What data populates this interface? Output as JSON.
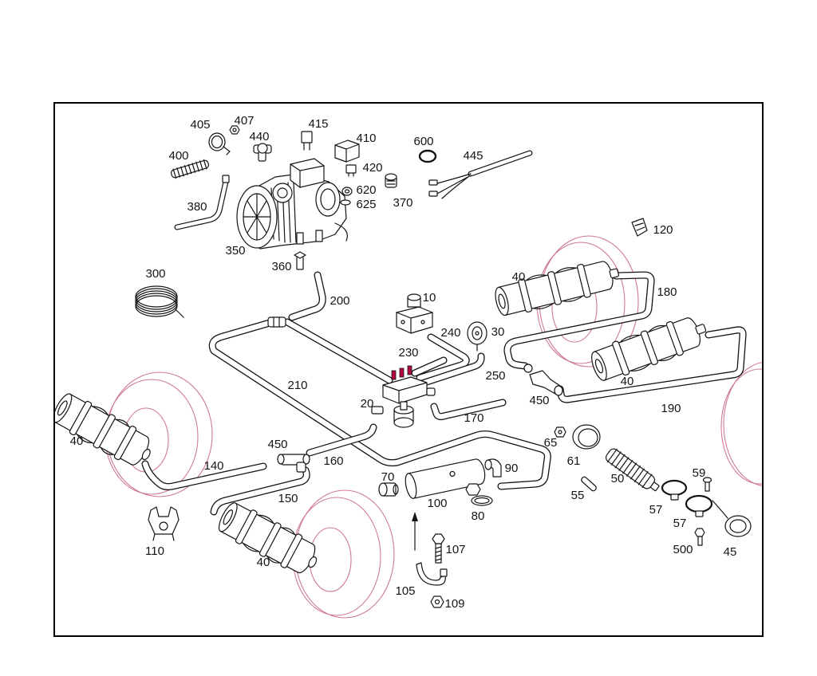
{
  "colors": {
    "line": "#141414",
    "tire": "#cf7996",
    "accent": "#b3063f",
    "frame": "#000000",
    "background": "#ffffff"
  },
  "callouts": [
    "405",
    "407",
    "440",
    "415",
    "410",
    "600",
    "445",
    "400",
    "420",
    "620",
    "625",
    "370",
    "380",
    "120",
    "350",
    "360",
    "300",
    "40",
    "180",
    "10",
    "200",
    "240",
    "30",
    "230",
    "250",
    "40",
    "210",
    "20",
    "450",
    "190",
    "170",
    "40",
    "65",
    "450",
    "61",
    "160",
    "140",
    "90",
    "50",
    "70",
    "59",
    "55",
    "150",
    "100",
    "57",
    "80",
    "57",
    "110",
    "107",
    "500",
    "45",
    "40",
    "105",
    "109"
  ]
}
